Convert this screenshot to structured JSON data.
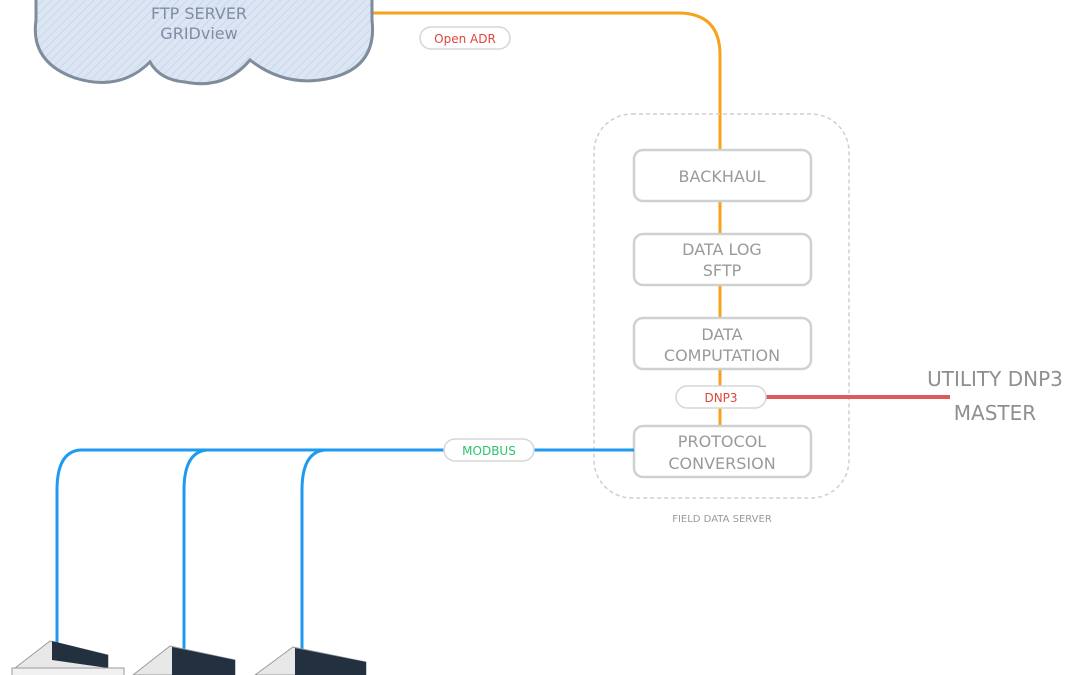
{
  "colors": {
    "backhaul_link": "#f7a21b",
    "modbus_link": "#1e9bf0",
    "dnp3_link": "#de5a5a",
    "open_adr_text": "#e0443a",
    "dnp3_text": "#e0443a",
    "modbus_text": "#2bc46a",
    "box_border": "#d0d0d0",
    "box_text": "#9a9a9a",
    "cloud_fill": "#d8e3f2",
    "cloud_border": "#7f8c9b",
    "device_panel": "#22303f"
  },
  "cloud": {
    "icon": "cloud-icon",
    "line1": "FTP SERVER",
    "line2": "GRIDview"
  },
  "links": {
    "open_adr": "Open ADR",
    "dnp3": "DNP3",
    "modbus": "MODBUS"
  },
  "field_data_server": {
    "caption": "FIELD DATA SERVER",
    "blocks": [
      {
        "line1": "BACKHAUL",
        "line2": ""
      },
      {
        "line1": "DATA LOG",
        "line2": "SFTP"
      },
      {
        "line1": "DATA",
        "line2": "COMPUTATION"
      },
      {
        "line1": "PROTOCOL",
        "line2": "CONVERSION"
      }
    ]
  },
  "utility_master": {
    "line1": "UTILITY DNP3",
    "line2": "MASTER"
  },
  "devices": [
    {
      "icon": "inverter-icon"
    },
    {
      "icon": "inverter-icon"
    },
    {
      "icon": "inverter-icon"
    }
  ]
}
